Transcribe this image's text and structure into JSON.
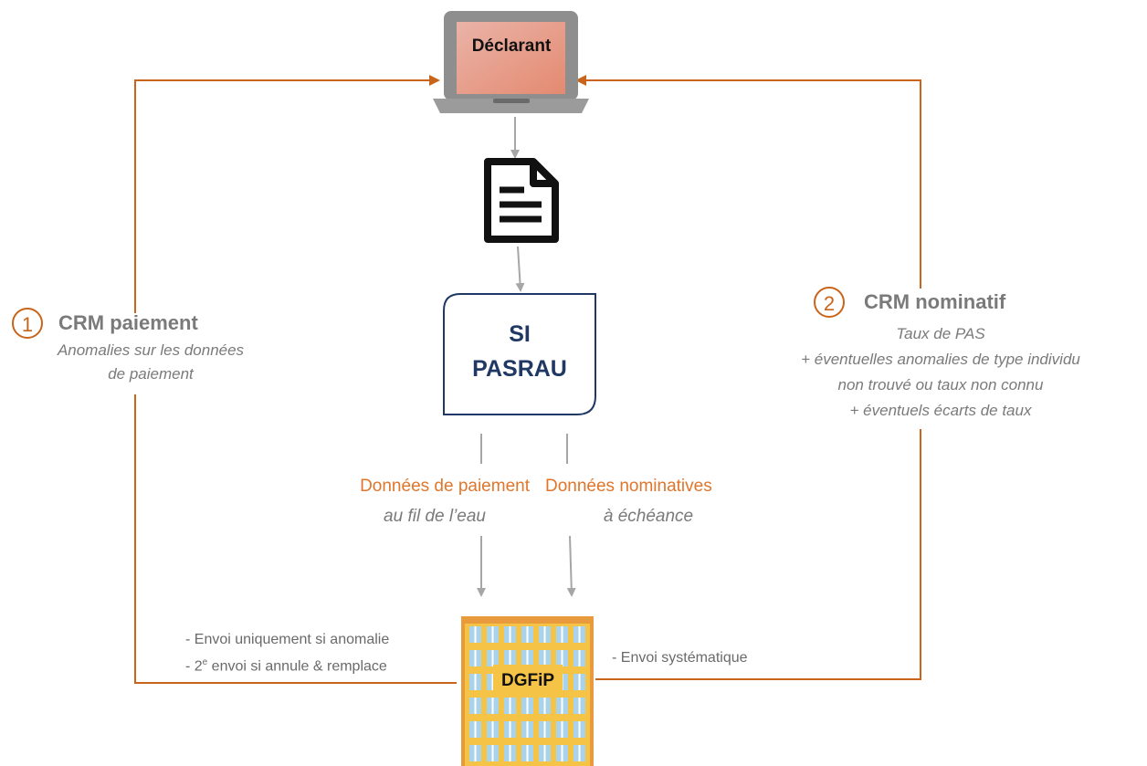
{
  "nodes": {
    "declarant": {
      "label": "Déclarant"
    },
    "si_pasrau": {
      "line1": "SI",
      "line2": "PASRAU"
    },
    "dgfip": {
      "label": "DGFiP"
    }
  },
  "crm_paiement": {
    "number": "1",
    "title": "CRM paiement",
    "desc_line1": "Anomalies sur les données",
    "desc_line2": "de paiement"
  },
  "crm_nominatif": {
    "number": "2",
    "title": "CRM nominatif",
    "desc_line1": "Taux de PAS",
    "desc_line2": "+ éventuelles anomalies de type individu",
    "desc_line3": "non trouvé ou taux non connu",
    "desc_line4": "+ éventuels écarts de taux"
  },
  "flows": {
    "paiement": {
      "title": "Données de paiement",
      "subtitle": "au fil de l’eau"
    },
    "nominatives": {
      "title": "Données nominatives",
      "subtitle": "à échéance"
    }
  },
  "notes": {
    "left_line1": "- Envoi uniquement si anomalie",
    "left_line2_prefix": "- 2",
    "left_line2_sup": "e",
    "left_line2_rest": " envoi si annule & remplace",
    "right": "- Envoi systématique"
  },
  "colors": {
    "arrow_orange": "#c8651a",
    "arrow_gray": "#a6a6a6",
    "flow_text_orange": "#e0762b",
    "pasrau_navy": "#1f3864",
    "building_yellow": "#f5c346",
    "building_window": "#a9d3ea"
  },
  "icons": [
    "laptop-icon",
    "document-icon",
    "building-icon"
  ]
}
